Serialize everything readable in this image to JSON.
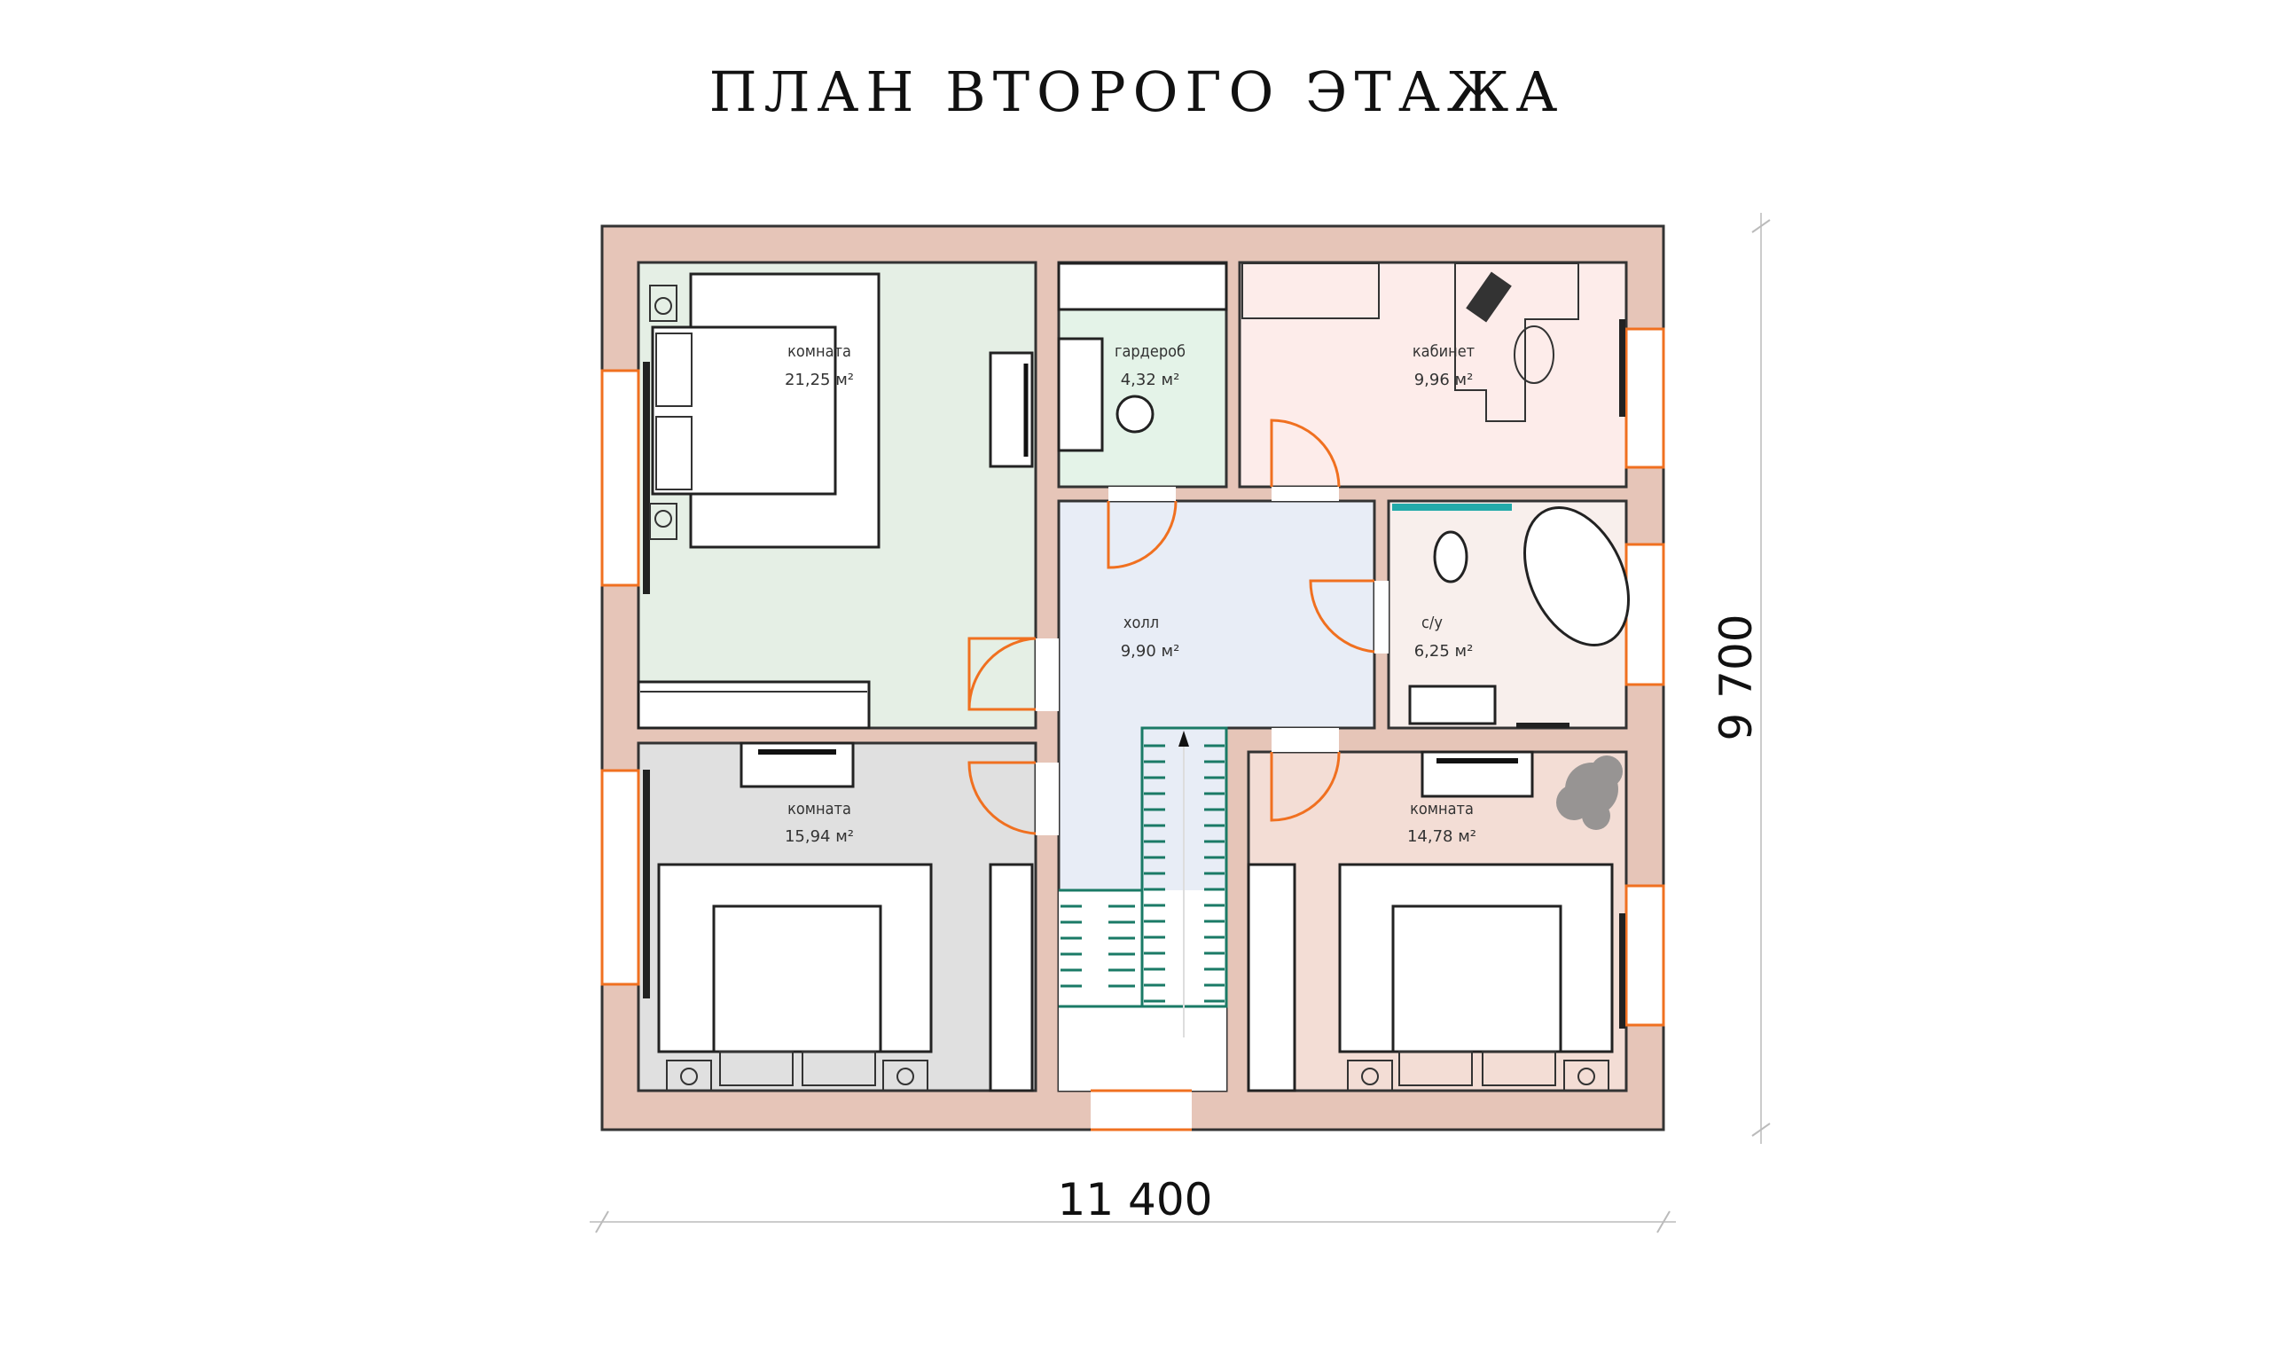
{
  "title": "ПЛАН ВТОРОГО ЭТАЖА",
  "dimensions": {
    "width": "11 400",
    "height": "9 700"
  },
  "rooms": [
    {
      "name": "комната",
      "area": "21,25 м²",
      "color": "#e5efe5"
    },
    {
      "name": "гардероб",
      "area": "4,32 м²",
      "color": "#e4f3e8"
    },
    {
      "name": "кабинет",
      "area": "9,96 м²",
      "color": "#fdecea"
    },
    {
      "name": "холл",
      "area": "9,90 м²",
      "color": "#e8edf6"
    },
    {
      "name": "с/у",
      "area": "6,25 м²",
      "color": "#f8efec"
    },
    {
      "name": "комната",
      "area": "15,94 м²",
      "color": "#e0e0e0"
    },
    {
      "name": "комната",
      "area": "14,78 м²",
      "color": "#f3ddd5"
    }
  ],
  "colors": {
    "wall": "#e6c5b8",
    "door": "#f07020",
    "stair": "#1a7a66"
  }
}
